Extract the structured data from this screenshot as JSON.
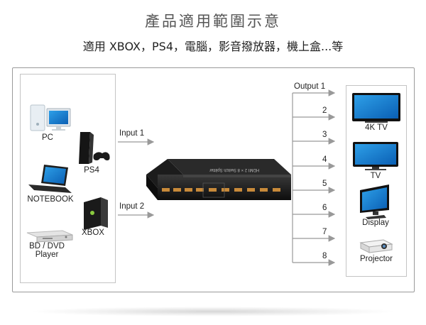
{
  "header": {
    "title": "產品適用範圍示意",
    "subtitle": "適用 XBOX，PS4，電腦，影音撥放器，機上盒...等"
  },
  "sources": {
    "pc": "PC",
    "ps4": "PS4",
    "notebook": "NOTEBOOK",
    "xbox": "XBOX",
    "bd_line1": "BD / DVD",
    "bd_line2": "Player"
  },
  "inputs": [
    "Input 1",
    "Input 2"
  ],
  "splitter": {
    "model_text": "HDMI 2 × 8 Switch Splitter"
  },
  "outputs": [
    "Output 1",
    "2",
    "3",
    "4",
    "5",
    "6",
    "7",
    "8"
  ],
  "displays": {
    "tv4k": "4K TV",
    "tv": "TV",
    "display": "Display",
    "projector": "Projector"
  }
}
